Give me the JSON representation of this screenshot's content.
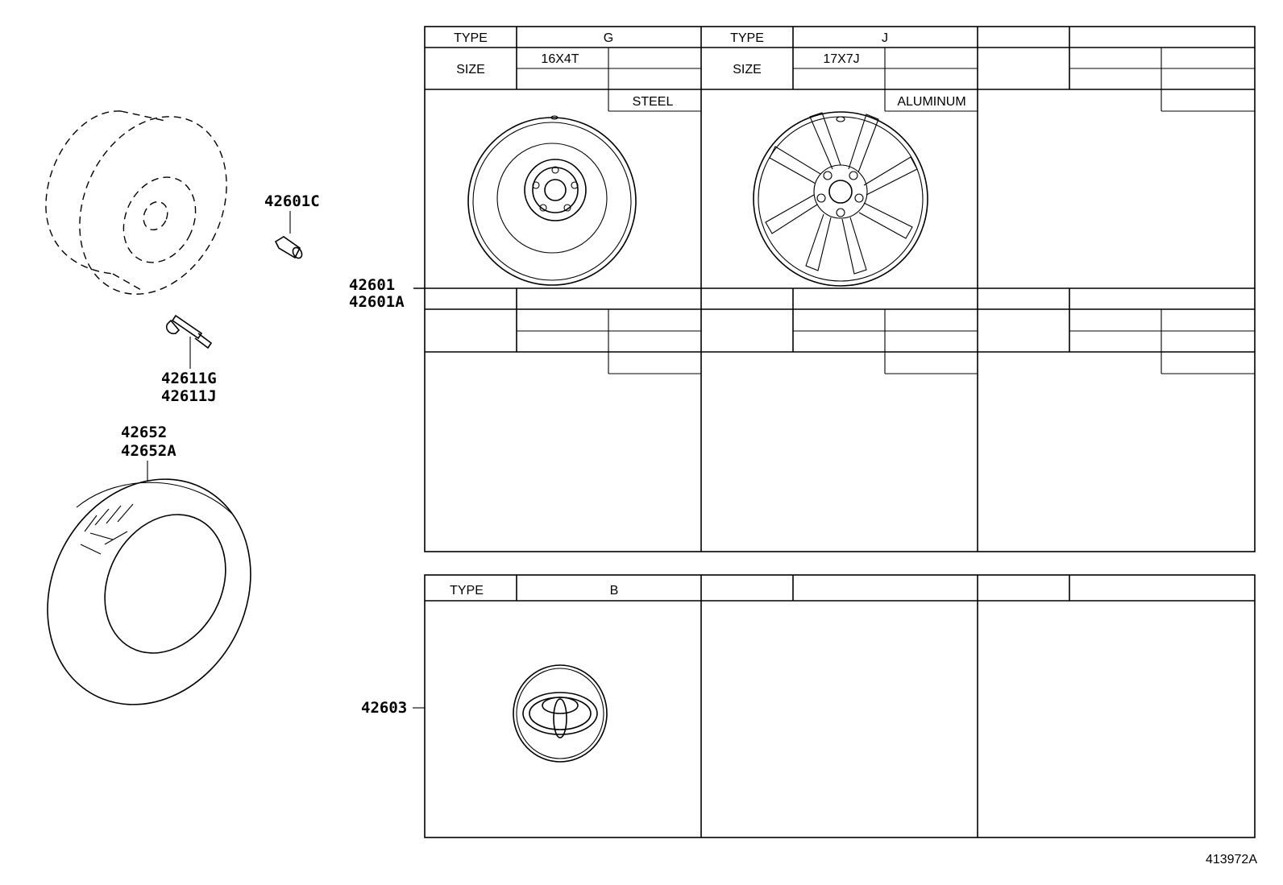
{
  "labels": {
    "p42601C": "42601C",
    "p42611G": "42611G",
    "p42611J": "42611J",
    "p42652": "42652",
    "p42652A": "42652A",
    "p42601": "42601",
    "p42601A": "42601A",
    "p42603": "42603"
  },
  "wheel_table": {
    "type_label": "TYPE",
    "size_label": "SIZE",
    "col1": {
      "type": "G",
      "size": "16X4T",
      "material": "STEEL"
    },
    "col2": {
      "type": "J",
      "size": "17X7J",
      "material": "ALUMINUM"
    }
  },
  "cap_table": {
    "type_label": "TYPE",
    "col1": {
      "type": "B"
    }
  },
  "reference": "413972A"
}
